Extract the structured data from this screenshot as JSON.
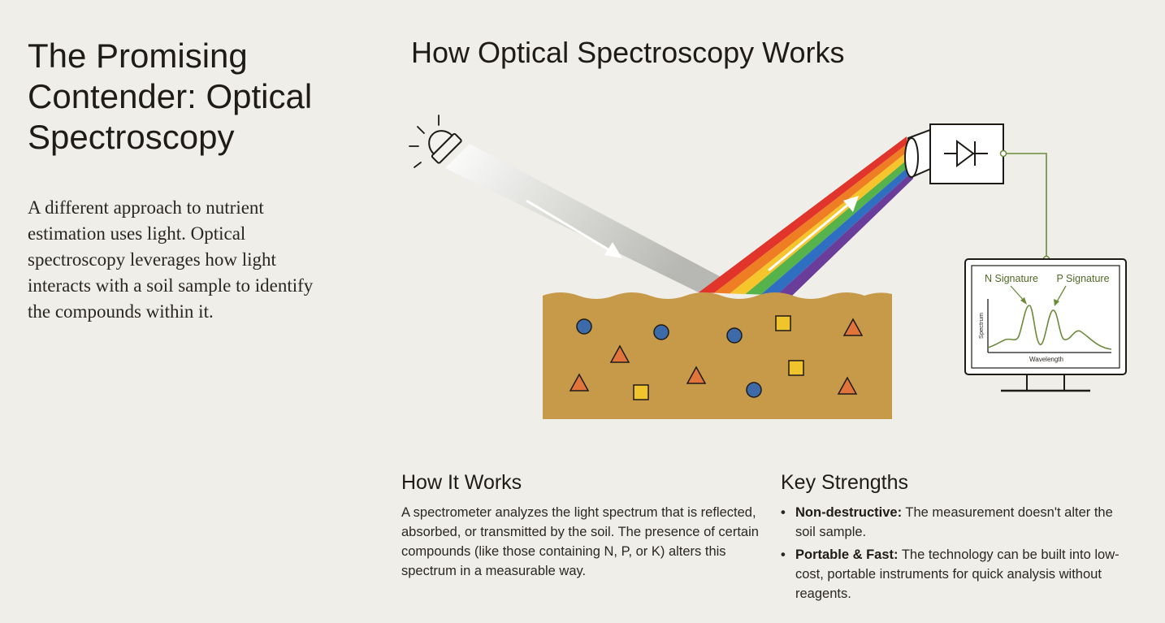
{
  "left": {
    "title_lines": [
      "The Promising",
      "Contender: Optical",
      "Spectroscopy"
    ],
    "intro": "A different approach to nutrient estimation uses light. Optical spectroscopy leverages how light interacts with a soil sample to identify the compounds within it."
  },
  "diagram": {
    "title": "How Optical Spectroscopy Works",
    "monitor": {
      "n_label": "N Signature",
      "p_label": "P Signature",
      "y_label": "Spectrum",
      "x_label": "Wavelength"
    },
    "rainbow_colors": [
      "#e1352c",
      "#ef7d23",
      "#f6c52b",
      "#56b24a",
      "#2f6fc2",
      "#6a3d9a"
    ],
    "soil_color": "#c79a4a",
    "particle_colors": {
      "circle": "#3d6aa8",
      "triangle": "#e0743a",
      "square": "#f0c42c"
    },
    "signal_color": "#6b8a3a"
  },
  "how_it_works": {
    "heading": "How It Works",
    "body": "A spectrometer analyzes the light spectrum that is reflected, absorbed, or transmitted by the soil. The presence of certain compounds (like those containing N, P, or K) alters this spectrum in a measurable way."
  },
  "key_strengths": {
    "heading": "Key Strengths",
    "items": [
      {
        "term": "Non-destructive:",
        "text": " The measurement doesn't alter the soil sample."
      },
      {
        "term": "Portable & Fast:",
        "text": " The technology can be built into low-cost, portable instruments for quick analysis without reagents."
      }
    ]
  }
}
